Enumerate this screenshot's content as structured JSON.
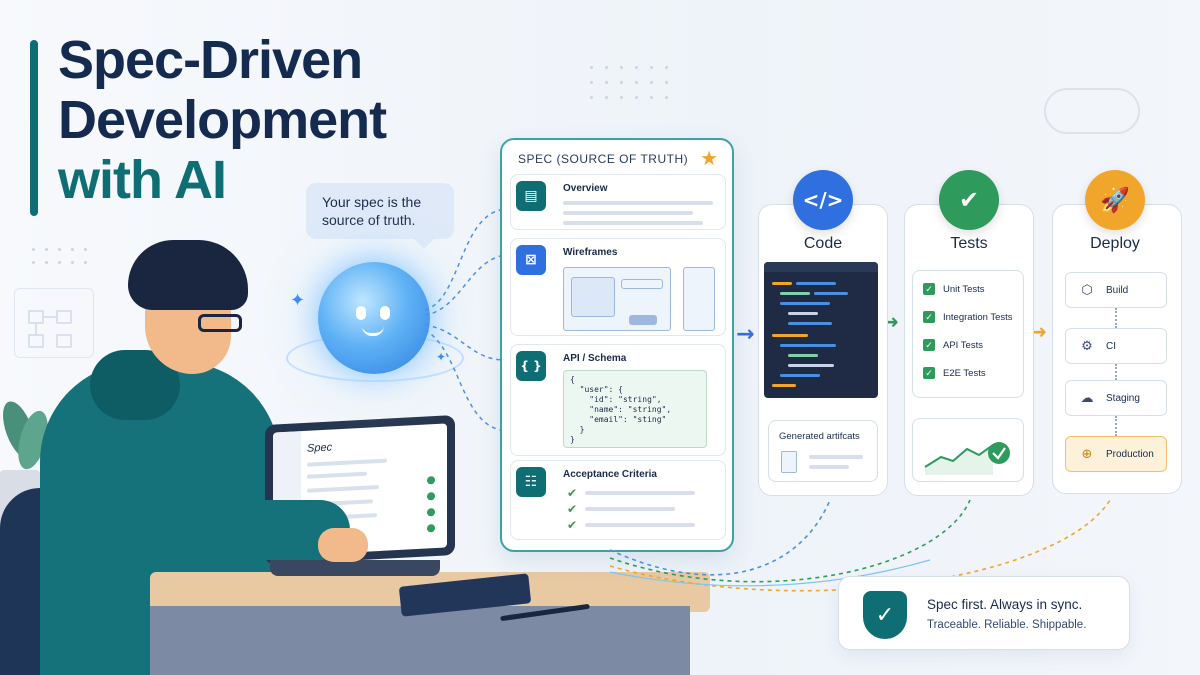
{
  "title": {
    "line1": "Spec-Driven",
    "line2": "Development",
    "line3": "with AI"
  },
  "bubble": "Your spec is the source of truth.",
  "laptop": {
    "title": "Spec"
  },
  "spec_panel": {
    "header": "SPEC (SOURCE OF TRUTH)",
    "sections": [
      {
        "label": "Overview",
        "icon": "document-icon"
      },
      {
        "label": "Wireframes",
        "icon": "wireframe-icon"
      },
      {
        "label": "API / Schema",
        "icon": "braces-icon"
      },
      {
        "label": "Acceptance Criteria",
        "icon": "checklist-icon"
      }
    ],
    "schema_code": "{\n  \"user\": {\n    \"id\": \"string\",\n    \"name\": \"string\",\n    \"email\": \"sting\"\n  }\n}"
  },
  "columns": {
    "code": {
      "title": "Code",
      "icon": "code-icon",
      "artifacts_label": "Generated artifcats",
      "color": "#2f6fe0"
    },
    "tests": {
      "title": "Tests",
      "icon": "check-icon",
      "color": "#2e9b5c",
      "items": [
        "Unit Tests",
        "Integration Tests",
        "API Tests",
        "E2E Tests"
      ]
    },
    "deploy": {
      "title": "Deploy",
      "icon": "rocket-icon",
      "color": "#f2a52b",
      "steps": [
        {
          "label": "Build",
          "icon": "cube-icon"
        },
        {
          "label": "CI",
          "icon": "gear-icon"
        },
        {
          "label": "Staging",
          "icon": "cloud-icon"
        },
        {
          "label": "Production",
          "icon": "globe-icon"
        }
      ]
    }
  },
  "banner": {
    "line1": "Spec first. Always in sync.",
    "line2": "Traceable. Reliable. Shippable.",
    "icon": "shield-check-icon"
  },
  "colors": {
    "teal": "#0f6e73",
    "navy": "#152a4f",
    "blue": "#2f6fe0",
    "green": "#2e9b5c",
    "orange": "#f2a52b"
  }
}
